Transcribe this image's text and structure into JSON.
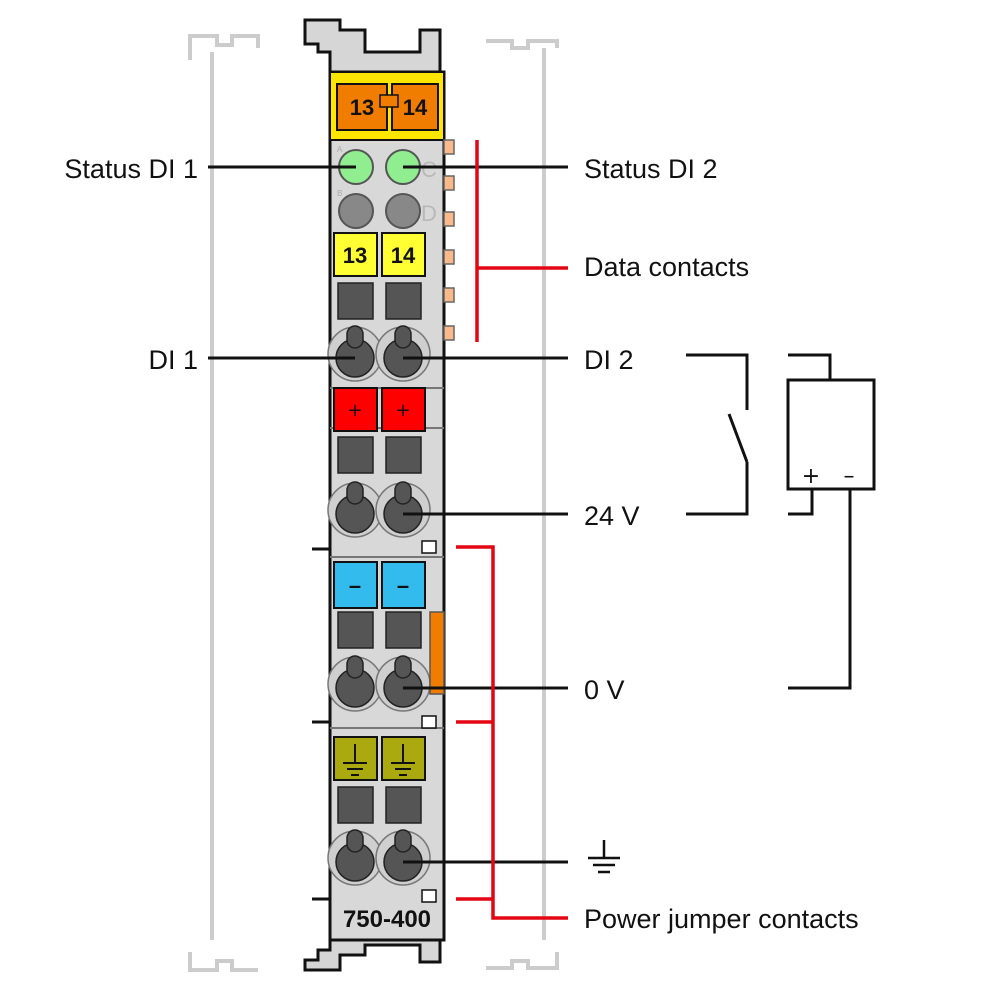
{
  "module": {
    "model": "750-400",
    "top_terminals": [
      "13",
      "14"
    ],
    "input_markers": [
      "13",
      "14"
    ],
    "plus_markers": [
      "+",
      "+"
    ],
    "minus_markers": [
      "–",
      "–"
    ],
    "led_letters": [
      "A",
      "B",
      "C",
      "D"
    ],
    "colors": {
      "housing": "#d8d8d8",
      "rail": "#c8c8c8",
      "top_bar": "#ffe600",
      "orange": "#f07d00",
      "yellow": "#ffff33",
      "red": "#ff0000",
      "blue": "#33bbee",
      "ground": "#aaaa10",
      "led_green": "#90ee90",
      "led_gray": "#888888",
      "contact": "#f9b98a"
    }
  },
  "labels": {
    "status_di1": "Status DI 1",
    "status_di2": "Status DI 2",
    "data_contacts": "Data contacts",
    "di1": "DI 1",
    "di2": "DI 2",
    "v24": "24 V",
    "v0": "0 V",
    "ground_symbol": "⏚",
    "power_jumper": "Power jumper contacts"
  },
  "circuit": {
    "plus": "+",
    "minus": "–"
  }
}
